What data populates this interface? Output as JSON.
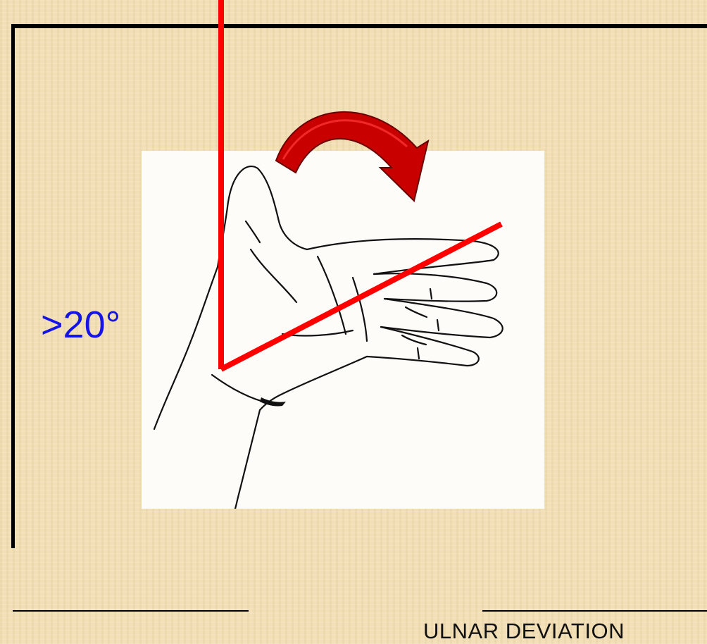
{
  "diagram": {
    "caption": "ULNAR DEVIATION",
    "angle_label": ">20°",
    "colors": {
      "background": "#f2dfb6",
      "frame": "#000000",
      "reference_lines": "#ff0000",
      "arrow": "#c80000",
      "angle_label": "#1414e6"
    },
    "icons": [
      "hand-illustration",
      "curved-arrow-icon"
    ]
  }
}
